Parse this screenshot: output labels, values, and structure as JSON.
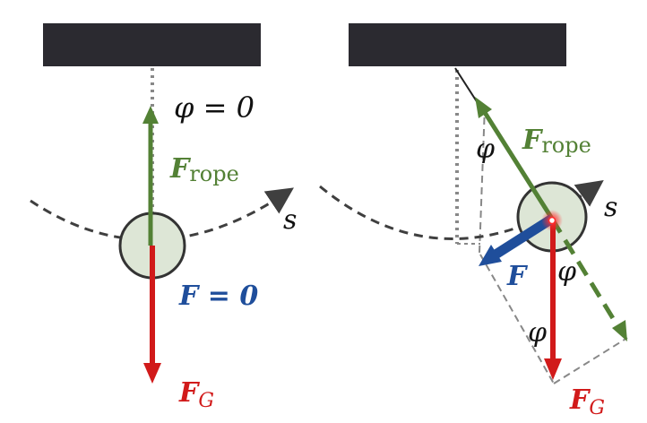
{
  "colors": {
    "support": "#2b2a30",
    "bob_fill": "#dde6d6",
    "bob_stroke": "#333333",
    "rope_force": "#538135",
    "gravity_force": "#d11a1a",
    "net_force": "#1f4e9b",
    "guide": "#888888",
    "path": "#3f3f3f"
  },
  "left_panel": {
    "angle_label": "φ = 0",
    "rope_force": {
      "symbol": "F",
      "subscript": "rope"
    },
    "net_force_label": "F = 0",
    "gravity": {
      "symbol": "F",
      "subscript": "G"
    },
    "path_label": "s"
  },
  "right_panel": {
    "angle_symbol": "φ",
    "rope_force": {
      "symbol": "F",
      "subscript": "rope"
    },
    "net_force_label": "F",
    "gravity": {
      "symbol": "F",
      "subscript": "G"
    },
    "path_label": "s"
  }
}
